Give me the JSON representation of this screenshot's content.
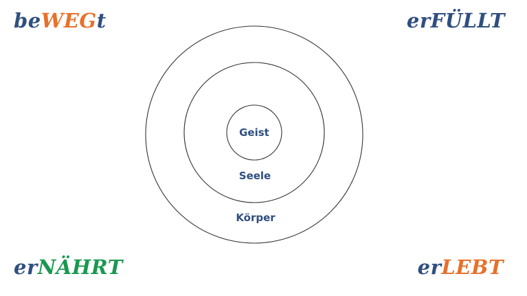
{
  "corners": {
    "top_left": {
      "prefix": "be",
      "stem": "WEG",
      "suffix": "t"
    },
    "top_right": {
      "prefix": "er",
      "stem": "FÜLLT",
      "suffix": ""
    },
    "bottom_left": {
      "prefix": "er",
      "stem": "NÄHRT",
      "suffix": ""
    },
    "bottom_right": {
      "prefix": "er",
      "stem": "LEBT",
      "suffix": ""
    }
  },
  "rings": {
    "inner": "Geist",
    "middle": "Seele",
    "outer": "Körper"
  },
  "colors": {
    "blue": "#2f4f7f",
    "orange": "#e8702a",
    "green": "#1a9850",
    "stroke": "#333333"
  }
}
